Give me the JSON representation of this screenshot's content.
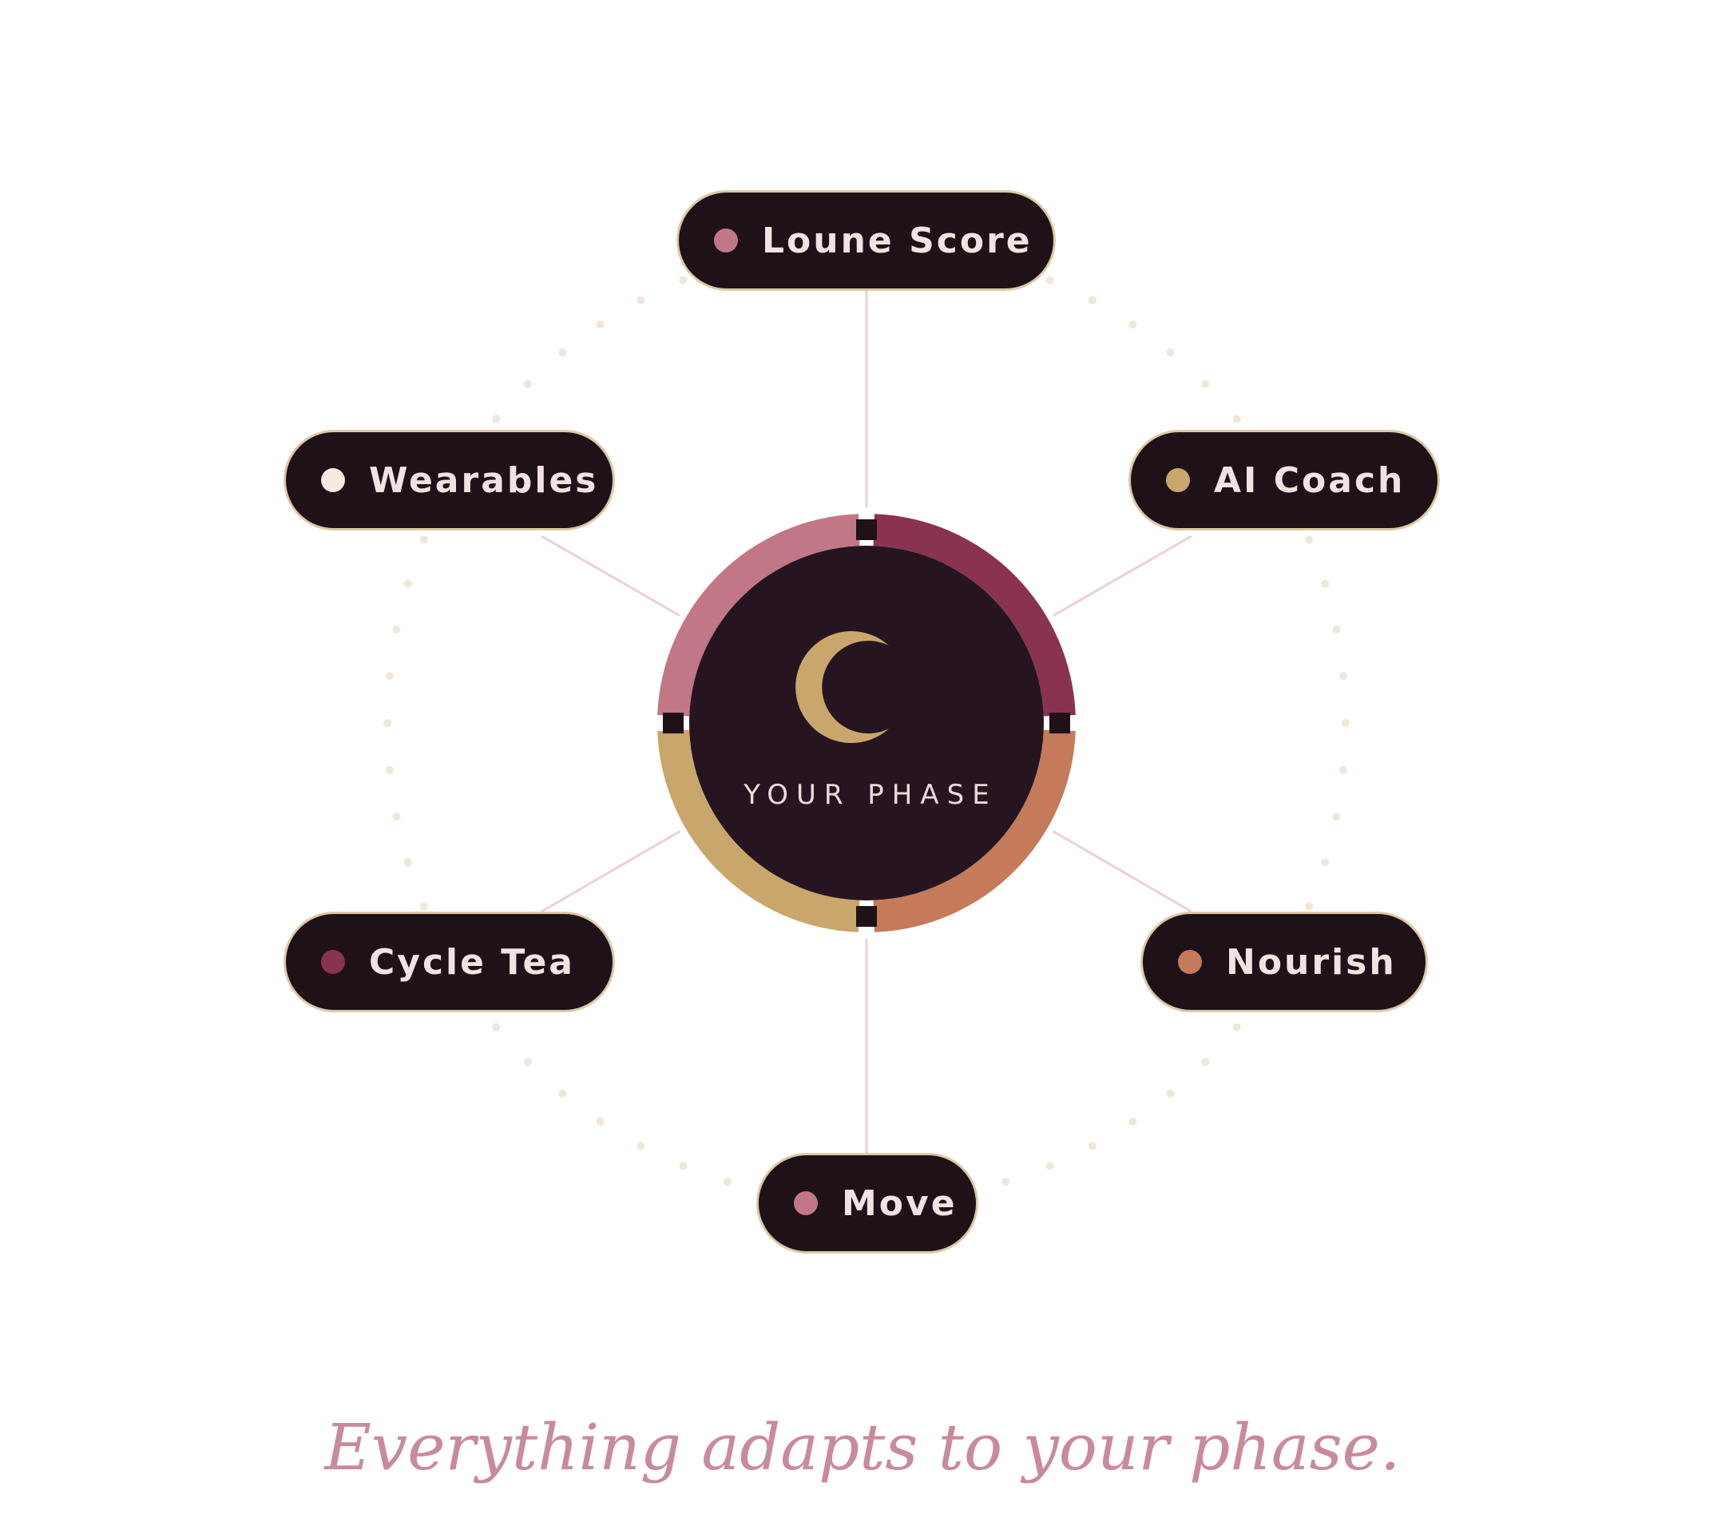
{
  "center": {
    "label": "YOUR PHASE",
    "icon": "crescent-moon-icon"
  },
  "nodes": [
    {
      "id": "loune-score",
      "label": "Loune Score",
      "dot_color": "#c27786"
    },
    {
      "id": "ai-coach",
      "label": "AI Coach",
      "dot_color": "#c9a66b"
    },
    {
      "id": "nourish",
      "label": "Nourish",
      "dot_color": "#c57a5a"
    },
    {
      "id": "move",
      "label": "Move",
      "dot_color": "#c27786"
    },
    {
      "id": "cycle-tea",
      "label": "Cycle Tea",
      "dot_color": "#8a3350"
    },
    {
      "id": "wearables",
      "label": "Wearables",
      "dot_color": "#f6ebe1"
    }
  ],
  "ring_segments": [
    {
      "color": "#8a3350"
    },
    {
      "color": "#c57a5a"
    },
    {
      "color": "#c9a66b"
    },
    {
      "color": "#c27786"
    }
  ],
  "colors": {
    "pill_background": "#1e1118",
    "pill_border": "#ddc9a6",
    "center_background": "#261520",
    "connector": "#ecd0d6",
    "dotted_orbit": "#f1e6d8",
    "moon": "#c9a66b",
    "tagline": "#c98a9a"
  },
  "tagline": "Everything adapts to your phase."
}
